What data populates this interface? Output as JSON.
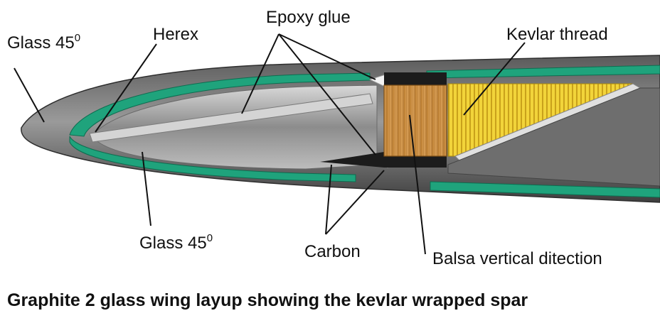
{
  "labels": {
    "glass_top": {
      "text": "Glass 45",
      "sup": "0"
    },
    "herex": "Herex",
    "epoxy": "Epoxy glue",
    "kevlar": "Kevlar thread",
    "glass_bottom": {
      "text": "Glass 45",
      "sup": "0"
    },
    "carbon": "Carbon",
    "balsa": "Balsa vertical ditection"
  },
  "caption": "Graphite 2 glass wing layup showing the kevlar wrapped spar",
  "colors": {
    "skin_dark": "#4a4a4a",
    "skin_mid": "#8a8a8a",
    "skin_light": "#c9c9c9",
    "glass_green": "#1fa37c",
    "balsa": "#c8913f",
    "kevlar": "#e8c62a",
    "carbon": "#1c1c1c"
  }
}
